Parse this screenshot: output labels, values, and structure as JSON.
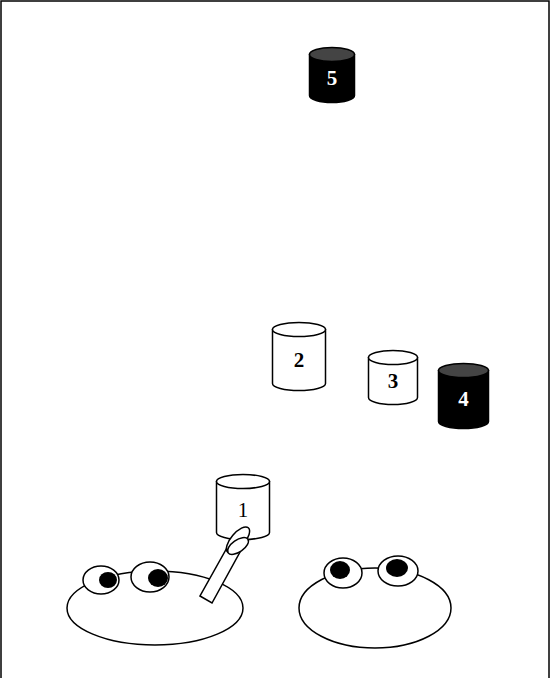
{
  "diagram": {
    "nodes": [
      {
        "text": [
          "5"
        ]
      },
      {
        "text": [
          "2"
        ]
      },
      {
        "text": [
          "3"
        ]
      },
      {
        "text": [
          "4"
        ]
      },
      {
        "text": [
          "1"
        ]
      }
    ]
  }
}
